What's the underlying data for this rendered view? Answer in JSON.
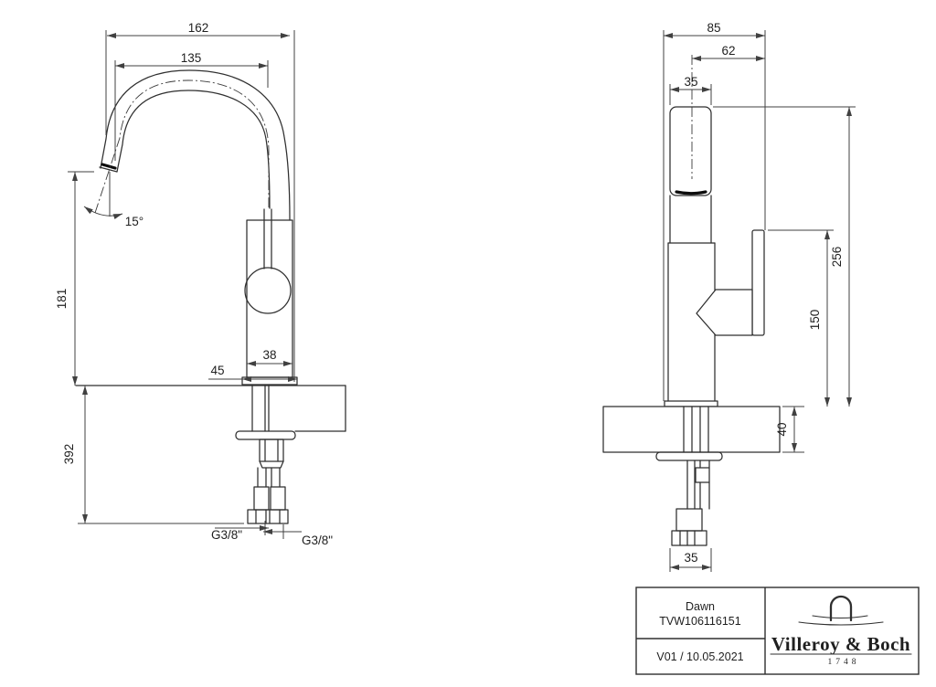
{
  "document": {
    "type": "technical-dimension-drawing",
    "background": "#ffffff",
    "line_color": "#2f2f2f"
  },
  "side_view": {
    "dims": {
      "total_reach": "162",
      "spout_reach": "135",
      "spout_angle": "15°",
      "spout_height": "181",
      "under_counter_depth": "392",
      "body_width": "38",
      "base_width": "45",
      "hose_thread_left": "G3/8\"",
      "hose_thread_right": "G3/8\""
    }
  },
  "front_view": {
    "dims": {
      "overall_depth": "85",
      "handle_offset": "62",
      "body_diameter_top": "35",
      "total_height": "256",
      "handle_height": "150",
      "counter_thickness": "40",
      "connector_width": "35"
    }
  },
  "title_block": {
    "product_name": "Dawn",
    "article_number": "TVW106116151",
    "version_date": "V01 / 10.05.2021",
    "brand": "Villeroy & Boch",
    "brand_year": "1748"
  }
}
